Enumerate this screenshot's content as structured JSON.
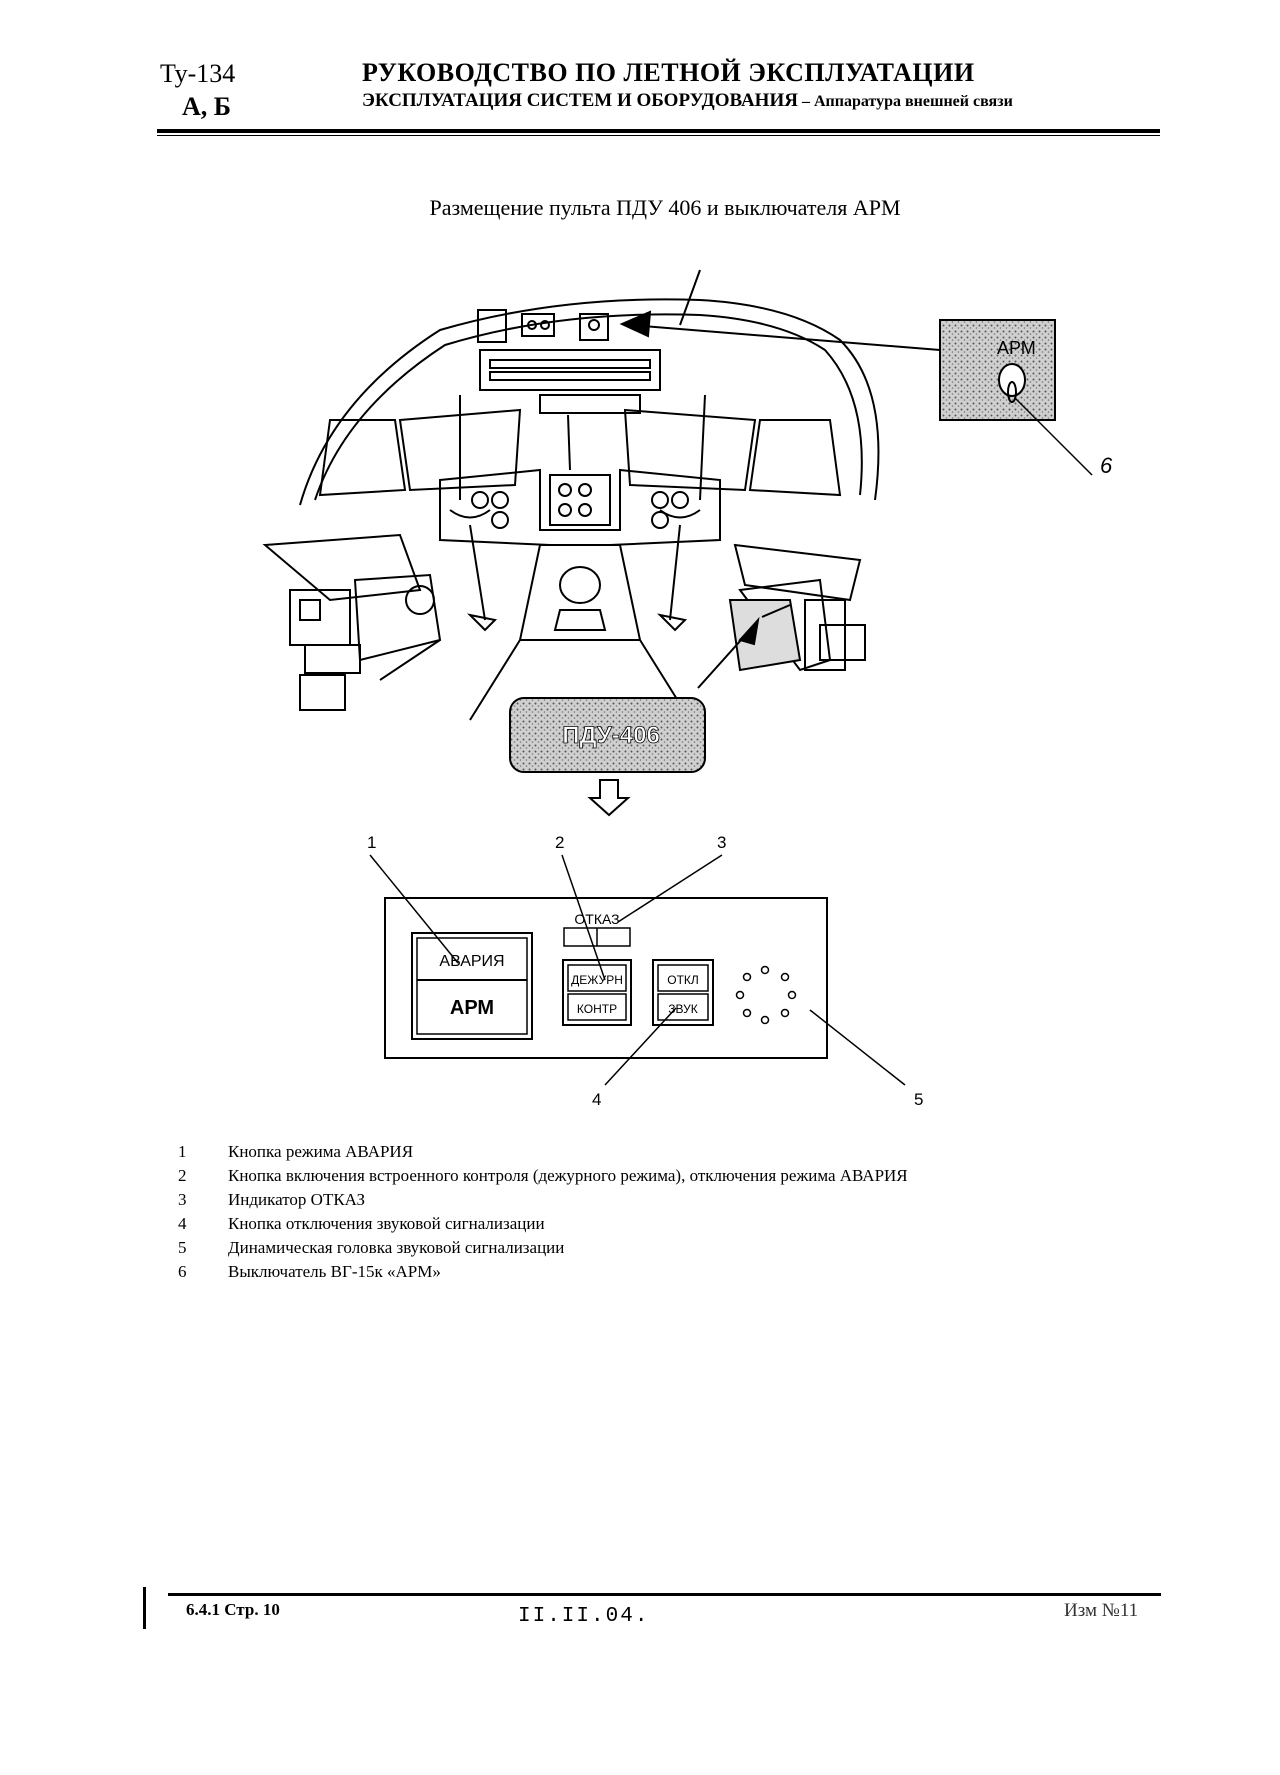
{
  "header": {
    "aircraft_line1": "Ту-134",
    "aircraft_line2": "А, Б",
    "title": "РУКОВОДСТВО ПО ЛЕТНОЙ ЭКСПЛУАТАЦИИ",
    "subtitle": "ЭКСПЛУАТАЦИЯ СИСТЕМ И ОБОРУДОВАНИЯ",
    "section": " – Аппаратура внешней связи"
  },
  "figure": {
    "title": "Размещение пульта ПДУ 406 и выключателя АРМ",
    "arm_label": "АРМ",
    "callout_6": "6",
    "pdu_label": "ПДУ-406"
  },
  "panel": {
    "callout_1": "1",
    "callout_2": "2",
    "callout_3": "3",
    "callout_4": "4",
    "callout_5": "5",
    "otkaz": "ОТКАЗ",
    "avaria": "АВАРИЯ",
    "arm": "АРМ",
    "dezhurn": "ДЕЖУРН",
    "kontr": "КОНТР",
    "otkl": "ОТКЛ",
    "zvuk": "ЗВУК"
  },
  "legend": [
    {
      "num": "1",
      "text": "Кнопка режима АВАРИЯ"
    },
    {
      "num": "2",
      "text": "Кнопка включения встроенного контроля (дежурного режима), отключения режима АВАРИЯ"
    },
    {
      "num": "3",
      "text": "Индикатор ОТКАЗ"
    },
    {
      "num": "4",
      "text": "Кнопка отключения звуковой сигнализации"
    },
    {
      "num": "5",
      "text": "Динамическая головка звуковой сигнализации"
    },
    {
      "num": "6",
      "text": "Выключатель ВГ-15к «АРМ»"
    }
  ],
  "footer": {
    "page": "6.4.1 Стр. 10",
    "date": "II.II.04.",
    "revision": "Изм №11"
  }
}
